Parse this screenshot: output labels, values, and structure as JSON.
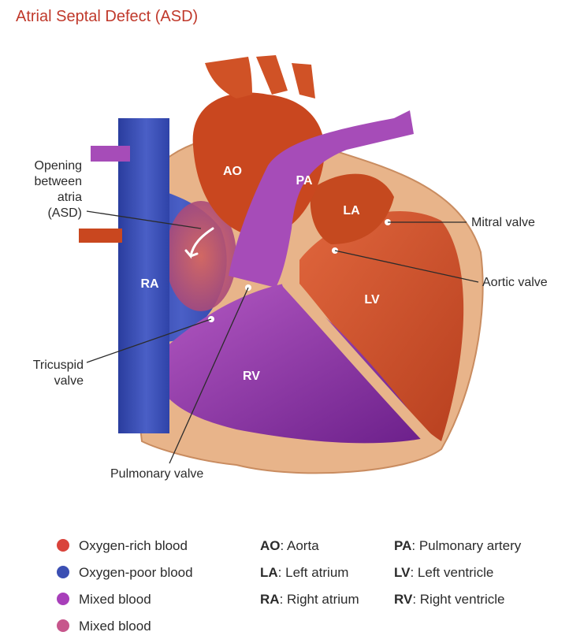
{
  "title": "Atrial Septal Defect (ASD)",
  "chambers": {
    "ao": "AO",
    "pa": "PA",
    "la": "LA",
    "lv": "LV",
    "ra": "RA",
    "rv": "RV"
  },
  "callouts": {
    "asd_line1": "Opening",
    "asd_line2": "between",
    "asd_line3": "atria",
    "asd_line4": "(ASD)",
    "mitral": "Mitral valve",
    "aortic": "Aortic valve",
    "tricuspid_line1": "Tricuspid",
    "tricuspid_line2": "valve",
    "pulmonary": "Pulmonary valve"
  },
  "legend": [
    {
      "label": "Oxygen-rich blood",
      "color": "#d9433b"
    },
    {
      "label": "Oxygen-poor blood",
      "color": "#3b4fb3"
    },
    {
      "label": "Mixed blood",
      "color": "#a83fba"
    },
    {
      "label": "Mixed blood",
      "color": "#c7568c"
    }
  ],
  "abbreviations": [
    {
      "key": "AO",
      "sep": ": ",
      "value": "Aorta"
    },
    {
      "key": "LA",
      "sep": ": ",
      "value": "Left atrium"
    },
    {
      "key": "RA",
      "sep": ": ",
      "value": "Right atrium"
    },
    {
      "key": "PA",
      "sep": ": ",
      "value": "Pulmonary artery"
    },
    {
      "key": "LV",
      "sep": ": ",
      "value": "Left ventricle"
    },
    {
      "key": "RV",
      "sep": ": ",
      "value": "Right ventricle"
    }
  ]
}
